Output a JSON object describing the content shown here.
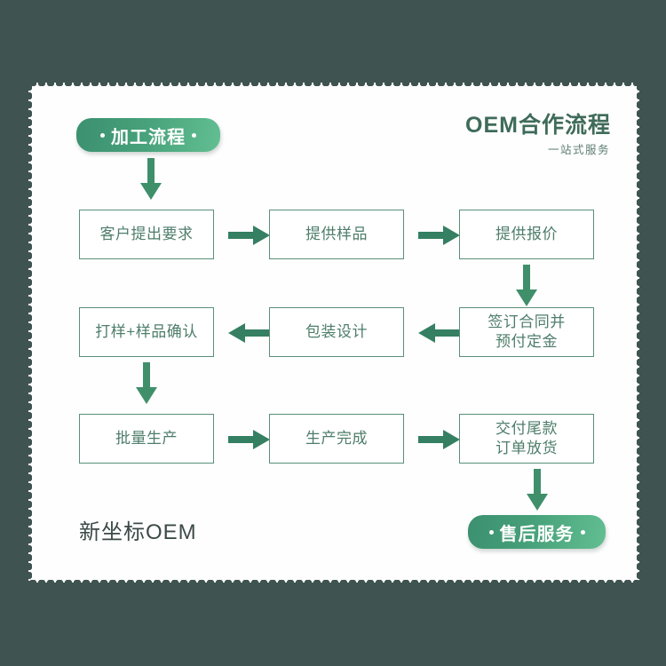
{
  "background_color": "#3f5450",
  "card_color": "#ffffff",
  "accent_green": "#4e9a78",
  "box_border_color": "#5a8f78",
  "box_text_color": "#4e7d6b",
  "header": {
    "title": "OEM合作流程",
    "subtitle": "一站式服务"
  },
  "start_badge": {
    "label": "加工流程",
    "left_dot": "•",
    "right_dot": "•"
  },
  "end_badge": {
    "label": "售后服务",
    "left_dot": "•",
    "right_dot": "•"
  },
  "footer": {
    "brand": "新坐标OEM"
  },
  "flow": {
    "rows": [
      {
        "direction": "left-to-right",
        "steps": [
          {
            "label": "客户提出要求",
            "line1": "客户提出要求",
            "line2": ""
          },
          {
            "label": "提供样品",
            "line1": "提供样品",
            "line2": ""
          },
          {
            "label": "提供报价",
            "line1": "提供报价",
            "line2": ""
          }
        ]
      },
      {
        "direction": "right-to-left",
        "steps": [
          {
            "label": "打样+样品确认",
            "line1": "打样+样品确认",
            "line2": ""
          },
          {
            "label": "包装设计",
            "line1": "包装设计",
            "line2": ""
          },
          {
            "label": "签订合同并预付定金",
            "line1": "签订合同并",
            "line2": "预付定金"
          }
        ]
      },
      {
        "direction": "left-to-right",
        "steps": [
          {
            "label": "批量生产",
            "line1": "批量生产",
            "line2": ""
          },
          {
            "label": "生产完成",
            "line1": "生产完成",
            "line2": ""
          },
          {
            "label": "交付尾款订单放货",
            "line1": "交付尾款",
            "line2": "订单放货"
          }
        ]
      }
    ]
  },
  "arrows": {
    "start_down": "arrow-down",
    "r1_a1": "arrow-right",
    "r1_a2": "arrow-right",
    "right_down_1": "arrow-down",
    "r2_a1": "arrow-left",
    "r2_a2": "arrow-left",
    "left_down_1": "arrow-down",
    "r3_a1": "arrow-right",
    "r3_a2": "arrow-right",
    "end_down": "arrow-down"
  }
}
